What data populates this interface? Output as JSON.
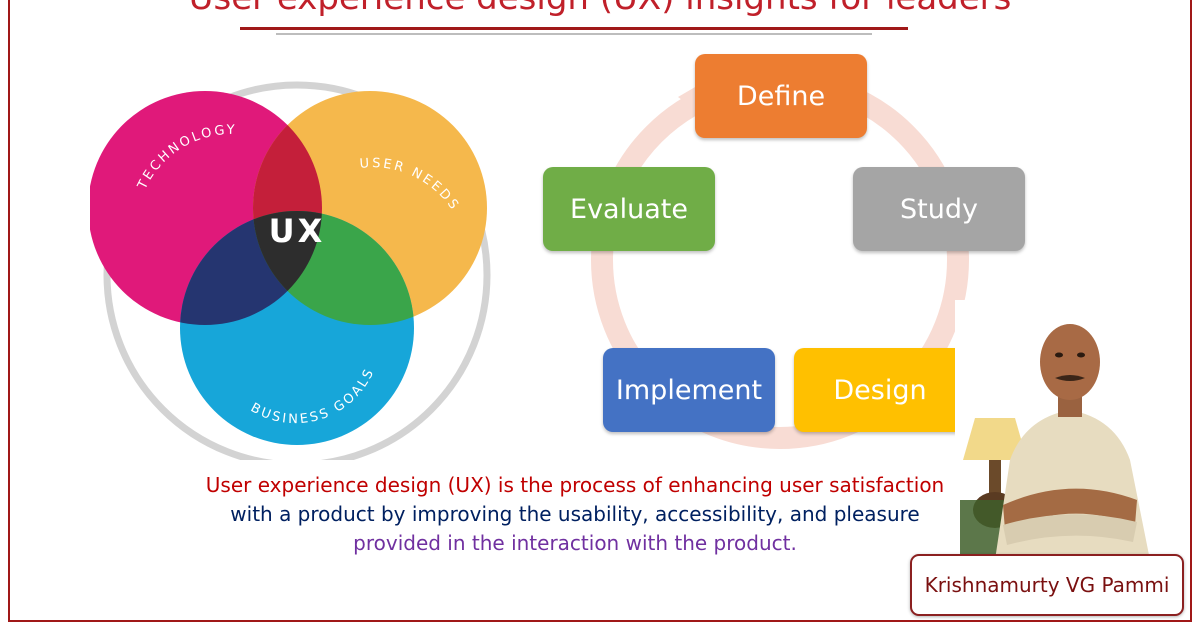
{
  "title": "User experience design (UX) insights for leaders",
  "venn": {
    "center_label": "UX",
    "technology_label": "TECHNOLOGY",
    "user_needs_label": "USER NEEDS",
    "business_goals_label": "BUSINESS GOALS",
    "colors": {
      "technology": "#e0197a",
      "user_needs": "#f5b84c",
      "business_goals": "#17a6d9",
      "tech_user_overlap": "#c41f3a",
      "tech_business_overlap": "#253570",
      "user_business_overlap": "#3aa54a",
      "center": "#2d2d2d",
      "ring": "#d3d3d3"
    }
  },
  "process_cycle": {
    "steps": [
      {
        "label": "Define",
        "color": "#ed7d31"
      },
      {
        "label": "Study",
        "color": "#a5a5a5"
      },
      {
        "label": "Design",
        "color": "#ffc000"
      },
      {
        "label": "Implement",
        "color": "#4472c4"
      },
      {
        "label": "Evaluate",
        "color": "#70ad47"
      }
    ],
    "arrow_color": "#f8dcd4"
  },
  "description": {
    "line1": "User experience design (UX) is the process of enhancing user satisfaction",
    "line2": "with a product by improving the usability, accessibility, and pleasure",
    "line3": "provided in the interaction with the product."
  },
  "author": {
    "name": "Krishnamurty VG Pammi"
  }
}
